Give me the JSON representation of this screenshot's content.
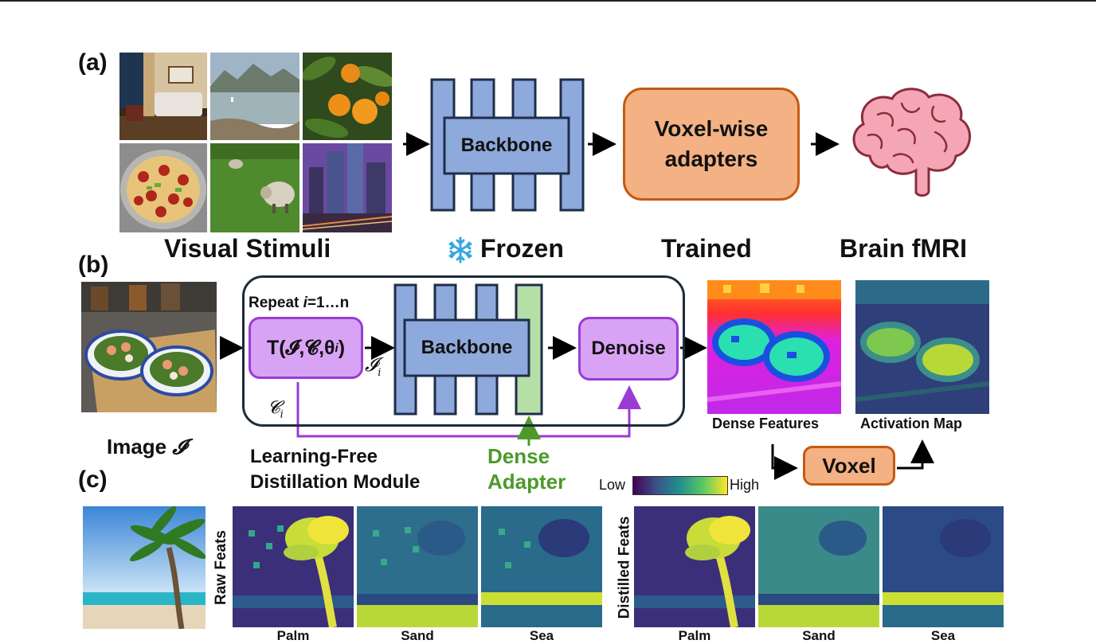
{
  "panels": {
    "a": "(a)",
    "b": "(b)",
    "c": "(c)"
  },
  "row_a": {
    "stimuli_caption": "Visual Stimuli",
    "backbone_label": "Backbone",
    "frozen_caption": "Frozen",
    "adapter_label_line1": "Voxel-wise",
    "adapter_label_line2": "adapters",
    "trained_caption": "Trained",
    "brain_caption": "Brain fMRI"
  },
  "row_b": {
    "image_caption": "Image",
    "image_symbol": "𝓘",
    "repeat_prefix": "Repeat ",
    "repeat_var": "i",
    "repeat_suffix": "=1…n",
    "transform_label": "T(𝓘,𝓒,θ",
    "transform_sub": "i",
    "transform_close": ")",
    "output_symbol": "𝓘",
    "output_sub": "i",
    "context_symbol": "𝓒",
    "context_sub": "i",
    "backbone_label": "Backbone",
    "denoise_label": "Denoise",
    "module_line1": "Learning-Free",
    "module_line2": "Distillation Module",
    "adapter_line1": "Dense",
    "adapter_line2": "Adapter",
    "dense_features_caption": "Dense Features",
    "activation_caption": "Activation Map",
    "voxel_label": "Voxel"
  },
  "row_c": {
    "colorbar_low": "Low",
    "colorbar_high": "High",
    "raw_label": "Raw Feats",
    "distilled_label": "Distilled Feats",
    "maps": [
      "Palm",
      "Sand",
      "Sea",
      "Palm",
      "Sand",
      "Sea"
    ]
  },
  "colors": {
    "backbone_fill": "#8ea9db",
    "adapter_fill": "#f4b183",
    "adapter_stroke": "#c55a11",
    "distill_fill": "#d9a3f5",
    "distill_stroke": "#9a3bd6",
    "dense_adapter_fill": "#b4e0a8",
    "dense_adapter_text": "#4c9a2a",
    "purple_line": "#9a3bd6",
    "snowflake": "#35a7e0"
  },
  "icons": [
    "snowflake-icon",
    "brain-icon"
  ]
}
